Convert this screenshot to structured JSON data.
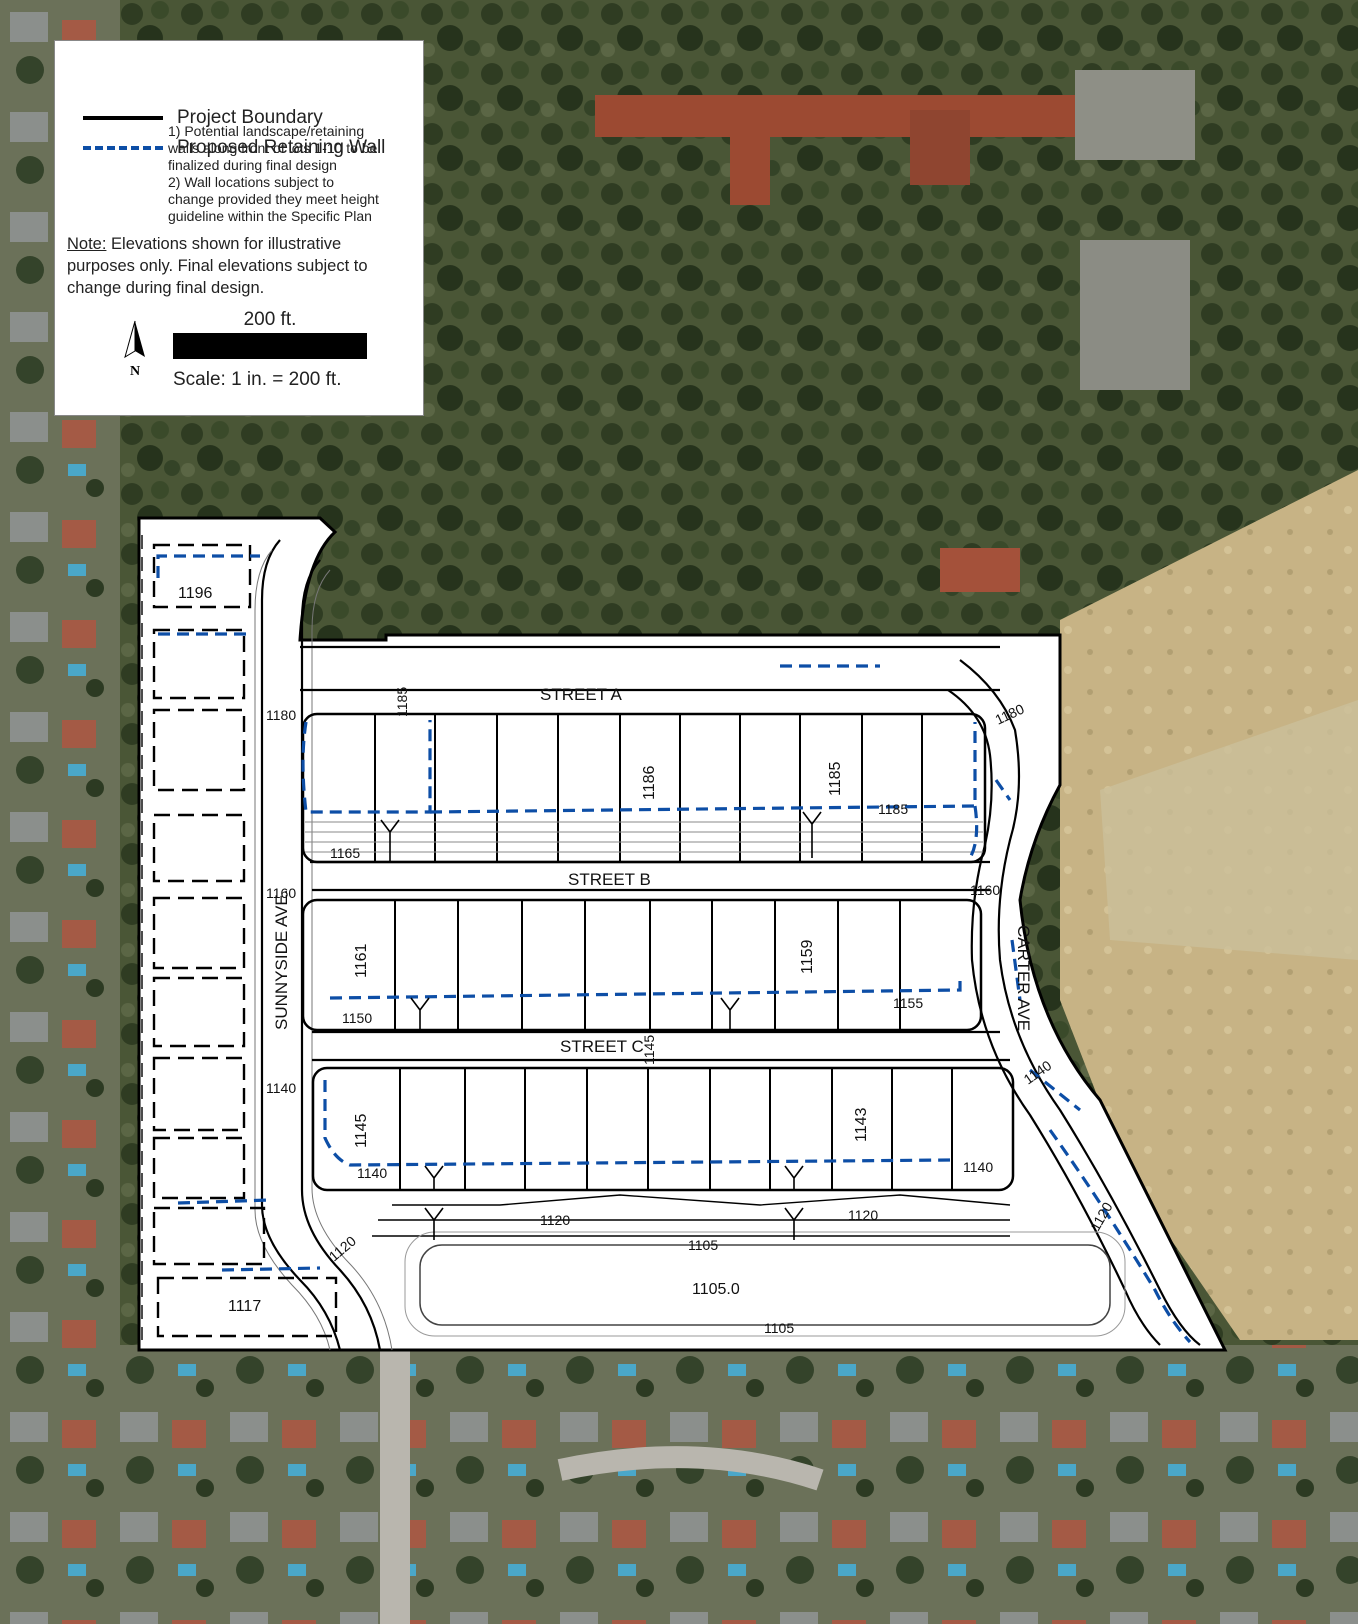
{
  "legend": {
    "boundary_label": "Project Boundary",
    "wall_label": "Proposed Retaining Wall",
    "note1_line1": "1) Potential landscape/retaining",
    "note1_line2": "walls along front of lots 1-10 to be",
    "note1_line3": "finalized during final design",
    "note2_line1": "2) Wall locations subject to",
    "note2_line2": "change provided they meet height",
    "note2_line3": "guideline within the Specific Plan",
    "note_title": "Note:",
    "note_text_1": " Elevations shown for illustrative",
    "note_text_2": "purposes only. Final elevations subject to",
    "note_text_3": "change during final design.",
    "scale_distance": "200 ft.",
    "scale_text": "Scale: 1 in. = 200 ft.",
    "north_letter": "N"
  },
  "streets": {
    "a": "STREET A",
    "b": "STREET B",
    "c": "STREET C",
    "sunnyside": "SUNNYSIDE AVE.",
    "carter": "CARTER AVE"
  },
  "elevations": {
    "e1196": "1196",
    "e1185_top": "1185",
    "e1180_left": "1180",
    "e1180_right": "1180",
    "e1186": "1186",
    "e1185_lot": "1185",
    "e1185_wall": "1185",
    "e1165": "1165",
    "e1160_left": "1160",
    "e1160_right": "1160",
    "e1161": "1161",
    "e1159": "1159",
    "e1150": "1150",
    "e1155": "1155",
    "e1145_street": "1145",
    "e1140_left": "1140",
    "e1145_lot": "1145",
    "e1143": "1143",
    "e1140_wall_left": "1140",
    "e1140_wall_right": "1140",
    "e1140_carter": "1140",
    "e1120_left": "1120",
    "e1120_mid1": "1120",
    "e1120_mid2": "1120",
    "e1120_right": "1120",
    "e1105_top": "1105",
    "e1105_center": "1105.0",
    "e1105_bottom": "1105",
    "e1117": "1117"
  },
  "colors": {
    "boundary": "#000000",
    "retaining_wall": "#0d4ea6",
    "site_fill": "#ffffff",
    "vegetation": "#3d4a2c",
    "dry_slope": "#c9b88a",
    "roof_red": "#9c4a32"
  }
}
